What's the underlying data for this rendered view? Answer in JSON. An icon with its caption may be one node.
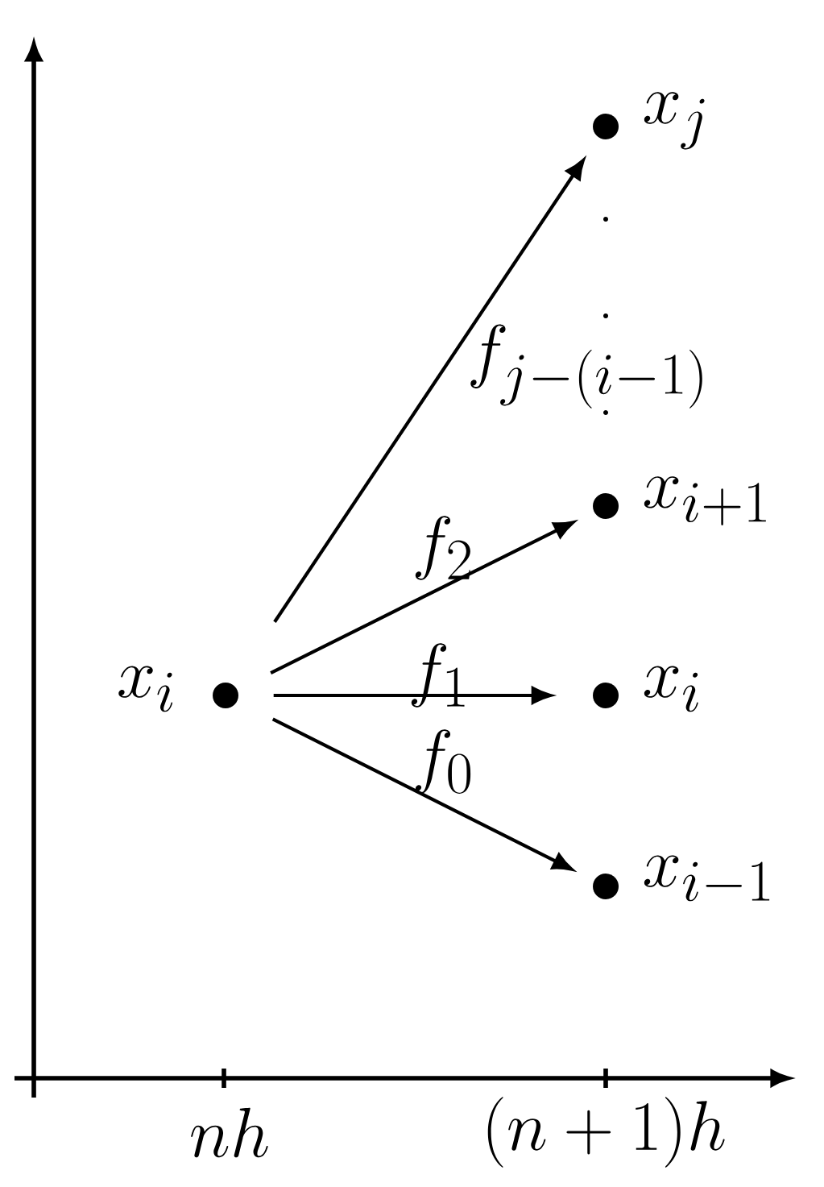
{
  "diagram": {
    "nodes": [
      {
        "text": [
          "x_i"
        ]
      },
      {
        "text": [
          "x_j"
        ]
      },
      {
        "text": [
          "x_{i+1}"
        ]
      },
      {
        "text": [
          "x_i"
        ]
      },
      {
        "text": [
          "x_{i-1}"
        ]
      }
    ],
    "edges": [
      {
        "from": 0,
        "to": 1,
        "arrow": "to",
        "label": "f_{j-(i-1)}"
      },
      {
        "from": 0,
        "to": 2,
        "arrow": "to",
        "label": "f_2"
      },
      {
        "from": 0,
        "to": 3,
        "arrow": "to",
        "label": "f_1"
      },
      {
        "from": 0,
        "to": 4,
        "arrow": "to",
        "label": "f_0"
      }
    ],
    "labels": [
      "nh",
      "(n+1)h"
    ]
  }
}
